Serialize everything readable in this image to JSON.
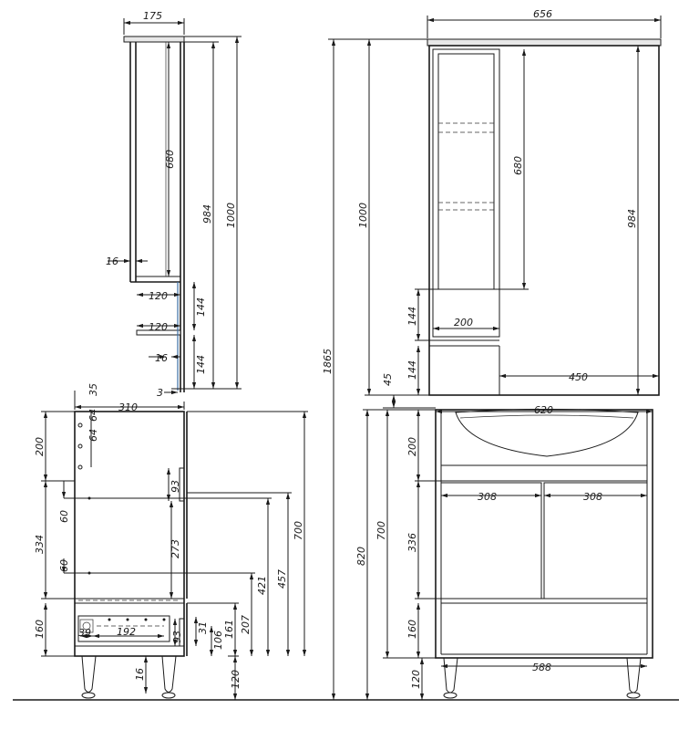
{
  "side_mirror": {
    "depth": "175",
    "shelf_height": "680",
    "inner_height": "984",
    "total_height": "1000",
    "wall_thickness": "16",
    "shelf_depth_1": "120",
    "lower_gap": "144",
    "shelf_depth_2": "120",
    "shelf_thickness": "16",
    "bottom_gap": "144",
    "edge": "3"
  },
  "front_mirror": {
    "width": "656",
    "shelf_height": "680",
    "inner_height": "984",
    "total_height": "1000",
    "lower_section": "144",
    "shelf_width": "200",
    "bottom_section": "144",
    "mirror_width": "450"
  },
  "overall": {
    "total_height": "1865",
    "gap": "45"
  },
  "side_cabinet": {
    "top_offset_1": "35",
    "depth": "310",
    "hole_spacing_1": "64",
    "hole_spacing_2": "64",
    "top_section": "200",
    "handle_height_1": "93",
    "hole_offset_1": "60",
    "middle_section": "334",
    "shelf_height": "273",
    "hole_offset_2": "60",
    "dim_421": "421",
    "dim_457": "457",
    "body_height": "700",
    "drawer_section": "160",
    "dim_207": "207",
    "dim_161": "161",
    "drawer_inner_1": "39",
    "drawer_inner_2": "192",
    "handle_height_2": "93",
    "dim_31": "31",
    "dim_106": "106",
    "leg_offset": "16",
    "leg_height": "120"
  },
  "front_cabinet": {
    "width": "620",
    "top_section": "200",
    "door_width_left": "308",
    "door_width_right": "308",
    "body_height": "700",
    "total_height": "820",
    "door_height": "336",
    "drawer_height": "160",
    "leg_height": "120",
    "base_width": "588"
  }
}
